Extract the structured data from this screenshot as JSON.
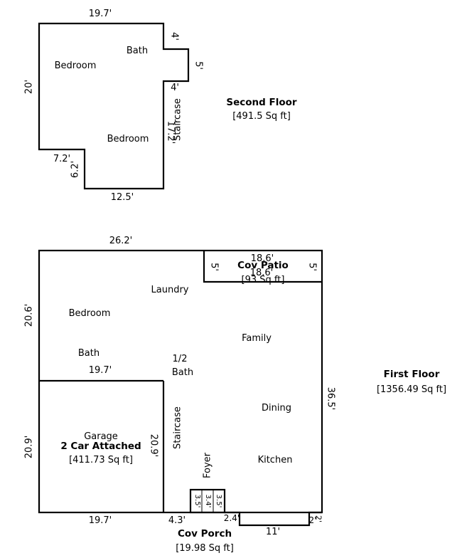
{
  "second_floor": {
    "name": "Second Floor",
    "area": "[491.5 Sq ft]",
    "rooms": {
      "bath": "Bath",
      "bedroom_1": "Bedroom",
      "bedroom_2": "Bedroom",
      "staircase": "Staircase"
    },
    "dims": {
      "top": "19.7'",
      "notch_top": "4'",
      "notch_right": "5'",
      "notch_bottom": "4'",
      "stair": "17.2'",
      "left": "20'",
      "step_w": "7.2'",
      "step_h": "6.2'",
      "bottom": "12.5'"
    }
  },
  "first_floor": {
    "name": "First Floor",
    "area": "[1356.49 Sq ft]",
    "rooms": {
      "laundry": "Laundry",
      "bedroom": "Bedroom",
      "bath": "Bath",
      "half_bath": "1/2",
      "half_bath_2": "Bath",
      "family": "Family",
      "dining": "Dining",
      "kitchen": "Kitchen",
      "staircase": "Staircase",
      "foyer": "Foyer"
    },
    "dims": {
      "top": "26.2'",
      "left_upper": "20.6'",
      "left_lower": "20.9'",
      "right": "36.5'",
      "mid": "19.7'",
      "garage_bottom": "19.7'",
      "porch_left": "4.3'",
      "porch_bottom": "11'",
      "porch_step_l": "2.4'",
      "porch_step_r": "2'",
      "porch_step_h": "2'",
      "foyer_box_1": "3.5'",
      "foyer_box_2": "3.4'",
      "foyer_box_3": "3.5'"
    }
  },
  "garage": {
    "name": "Garage",
    "type": "2 Car Attached",
    "area": "[411.73 Sq ft]",
    "right": "20.9'"
  },
  "patio": {
    "name": "Cov Patio",
    "area": "[93 Sq ft]",
    "top": "18.6'",
    "bottom": "18.6'",
    "left": "5'",
    "right": "5'"
  },
  "porch": {
    "name": "Cov Porch",
    "area": "[19.98 Sq ft]"
  }
}
